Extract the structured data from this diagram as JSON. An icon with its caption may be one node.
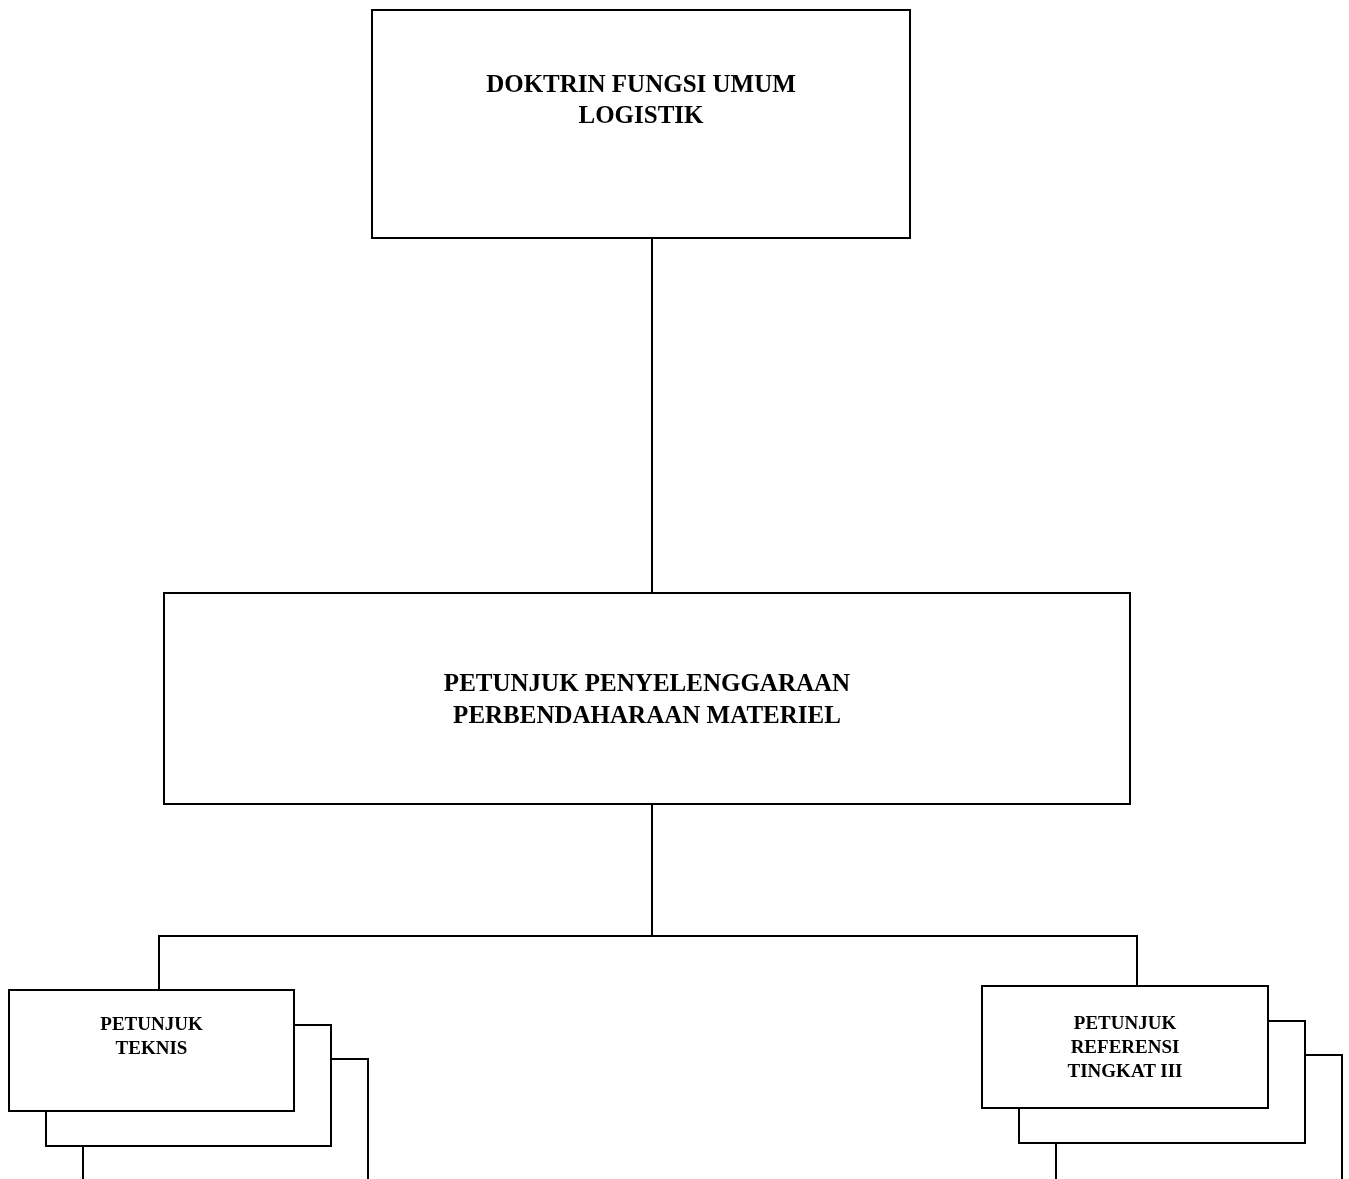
{
  "diagram": {
    "nodes": [
      {
        "text": [
          "DOKTRIN FUNGSI UMUM LOGISTIK"
        ]
      },
      {
        "text": [
          "PETUNJUK PENYELENGGARAAN PERBENDAHARAAN MATERIEL"
        ]
      },
      {
        "text": [
          "PETUNJUK TEKNIS"
        ]
      },
      {
        "text": [
          "PETUNJUK REFERENSI TINGKAT III"
        ]
      },
      {
        "text": [],
        "shape": "box"
      },
      {
        "text": [],
        "shape": "box"
      },
      {
        "text": [],
        "shape": "box"
      },
      {
        "text": [],
        "shape": "box"
      }
    ],
    "edges": [
      {
        "from": 0,
        "to": 1,
        "arrow": "none"
      },
      {
        "from": 1,
        "to": 2,
        "arrow": "none"
      },
      {
        "from": 1,
        "to": 3,
        "arrow": "none"
      }
    ]
  }
}
